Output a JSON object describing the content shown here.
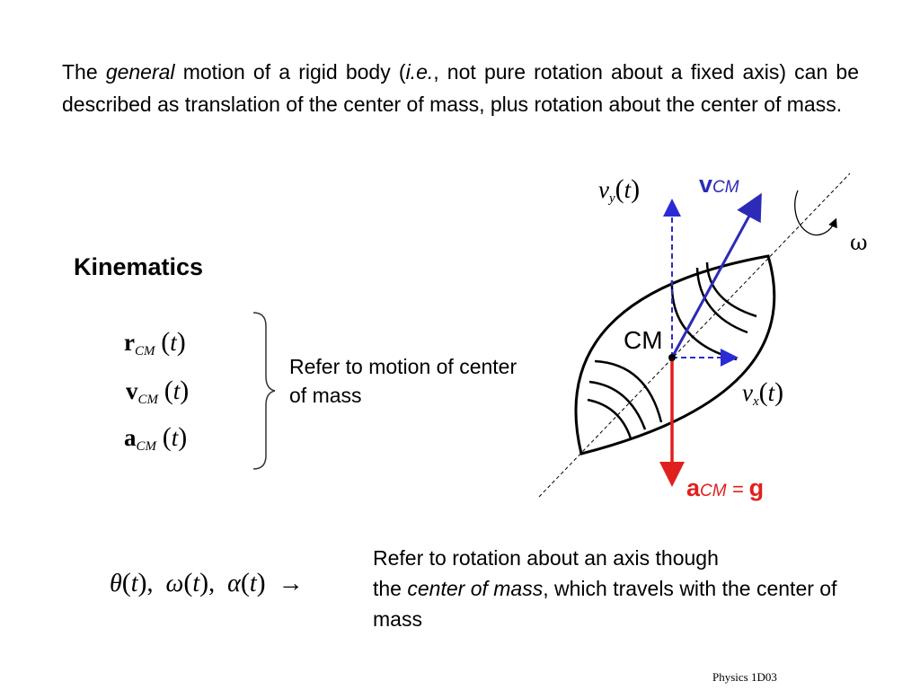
{
  "intro": {
    "part1": "The ",
    "general": "general",
    "part2": " motion of a rigid body (",
    "ie": "i.e.",
    "part3": ", not pure rotation about a fixed axis) can be described as translation of the center of mass, plus rotation about the center of mass."
  },
  "kinematics_heading": "Kinematics",
  "vectors": [
    {
      "symbol": "r",
      "sub": "CM",
      "arg": "t"
    },
    {
      "symbol": "v",
      "sub": "CM",
      "arg": "t"
    },
    {
      "symbol": "a",
      "sub": "CM",
      "arg": "t"
    }
  ],
  "refer_cm": "Refer to motion of center of mass",
  "rotation_vars": [
    {
      "symbol": "θ",
      "arg": "t"
    },
    {
      "symbol": "ω",
      "arg": "t"
    },
    {
      "symbol": "α",
      "arg": "t"
    }
  ],
  "arrow": "→",
  "refer_rot": {
    "line1": "Refer to rotation about an axis though",
    "the": "the ",
    "cm_italic": "center of mass",
    "rest": ", which travels with the center of mass"
  },
  "diagram": {
    "vy_label": {
      "symbol": "v",
      "sub": "y",
      "arg": "t"
    },
    "vx_label": {
      "symbol": "v",
      "sub": "x",
      "arg": "t"
    },
    "vcm_label": {
      "symbol": "v",
      "sub": "CM"
    },
    "cm_label": "CM",
    "omega_label": "ω",
    "acm_label": {
      "symbol": "a",
      "sub": "CM",
      "eq": " = ",
      "g": "g"
    },
    "colors": {
      "vcm": "#2b2bb8",
      "components": "#2b2bd6",
      "acm": "#e0201c",
      "outline": "#000000"
    }
  },
  "footer": "Physics 1D03"
}
